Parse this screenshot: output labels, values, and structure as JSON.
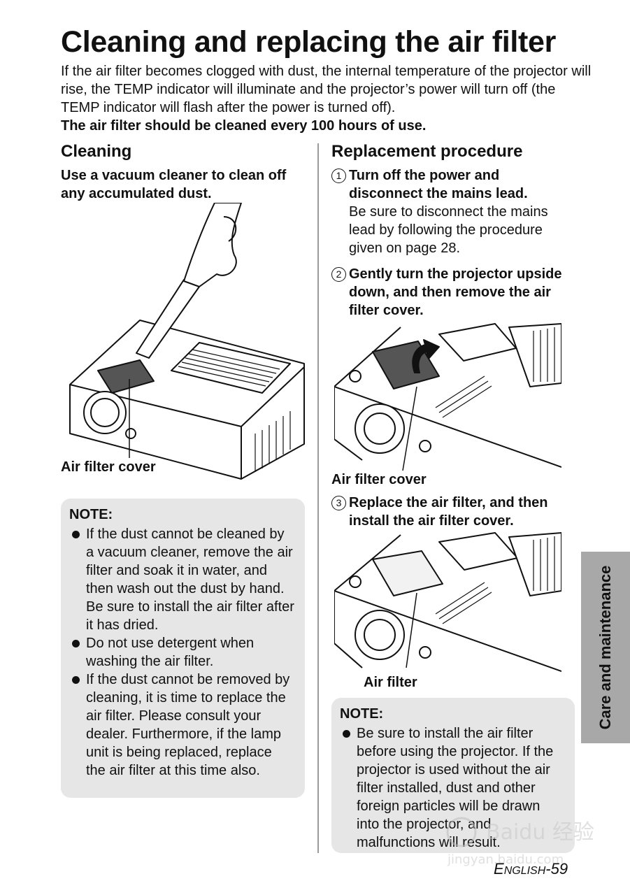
{
  "title": "Cleaning and replacing the air filter",
  "intro": {
    "text": "If the air filter becomes clogged with dust, the internal temperature of the projector will rise, the TEMP indicator will illuminate and the projector’s power will turn off (the TEMP indicator will flash after the power is turned off).",
    "bold": "The air filter should be cleaned every 100 hours of use."
  },
  "cleaning": {
    "heading": "Cleaning",
    "lead": "Use a vacuum cleaner to clean off any accumulated dust.",
    "caption": "Air filter cover",
    "note": {
      "heading": "NOTE:",
      "items": [
        "If the dust cannot be cleaned by a vacuum cleaner, remove the air filter and soak it in water, and then wash out the dust by hand. Be sure to install the air filter after it has dried.",
        "Do not use detergent when washing the air filter.",
        "If the dust cannot be removed by cleaning, it is time to replace the air filter. Please consult your dealer. Furthermore, if the lamp unit is being replaced, replace the air filter at this time also."
      ]
    }
  },
  "replacement": {
    "heading": "Replacement procedure",
    "steps": [
      {
        "num": "1",
        "heading": "Turn off the power and disconnect the mains lead.",
        "text": "Be sure to disconnect the mains lead by following the procedure given on page 28."
      },
      {
        "num": "2",
        "heading": "Gently turn the projector upside down, and then remove the air filter cover.",
        "text": ""
      },
      {
        "num": "3",
        "heading": "Replace the air filter, and then install the air filter cover.",
        "text": ""
      }
    ],
    "caption_cover": "Air filter cover",
    "caption_filter": "Air filter",
    "note": {
      "heading": "NOTE:",
      "items": [
        "Be sure to install the air filter before using the projector. If the projector is used without the air filter installed, dust and other foreign particles will be drawn into the projector, and malfunctions will result."
      ]
    }
  },
  "side_tab": "Care and maintenance",
  "footer": {
    "prefix_cap": "E",
    "prefix_rest": "NGLISH",
    "page": "-59"
  },
  "watermark": {
    "brand": "Baidu 经验",
    "url": "jingyan.baidu.com"
  },
  "colors": {
    "note_bg": "#e6e6e6",
    "tab_bg": "#a8a8a8",
    "text": "#111111"
  }
}
